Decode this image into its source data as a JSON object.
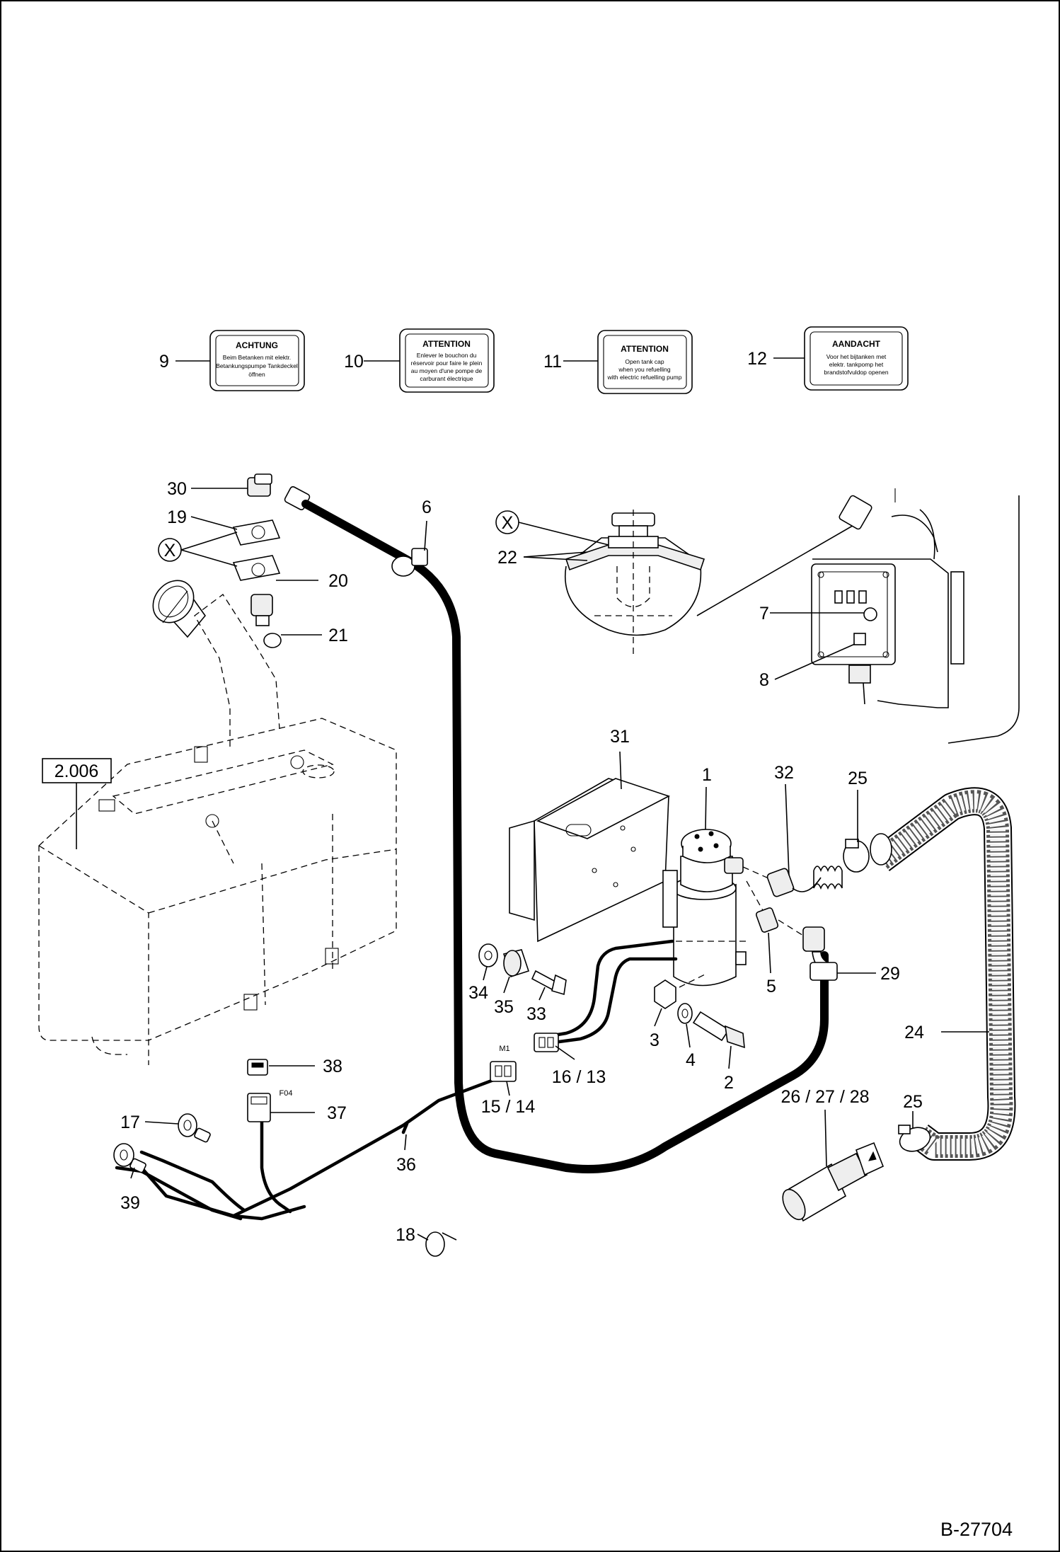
{
  "drawing_number": "B-27704",
  "reference_box": "2.006",
  "detail_marker": "X",
  "connector_labels": {
    "motor": "M1",
    "fuse": "F04"
  },
  "warning_labels": [
    {
      "callout": "9",
      "title": "ACHTUNG",
      "lines": [
        "Beim Betanken mit elektr.",
        "Betankungspumpe Tankdeckel",
        "öffnen"
      ]
    },
    {
      "callout": "10",
      "title": "ATTENTION",
      "lines": [
        "Enlever le bouchon du",
        "réservoir pour faire le plein",
        "au moyen d'une pompe de",
        "carburant électrique"
      ]
    },
    {
      "callout": "11",
      "title": "ATTENTION",
      "lines": [
        "Open tank cap",
        "when you refuelling",
        "with electric refuelling pump"
      ]
    },
    {
      "callout": "12",
      "title": "AANDACHT",
      "lines": [
        "Voor het bijtanken met",
        "elektr. tankpomp het",
        "brandstofvuldop openen"
      ]
    }
  ],
  "callouts": {
    "c1": "1",
    "c2": "2",
    "c3": "3",
    "c4": "4",
    "c5": "5",
    "c6": "6",
    "c7": "7",
    "c8": "8",
    "c16_13": "16 / 13",
    "c15_14": "15 / 14",
    "c17": "17",
    "c18": "18",
    "c19": "19",
    "c20": "20",
    "c21": "21",
    "c22": "22",
    "c24": "24",
    "c25a": "25",
    "c25b": "25",
    "c26_27_28": "26 / 27 / 28",
    "c29": "29",
    "c30": "30",
    "c31": "31",
    "c32": "32",
    "c33": "33",
    "c34": "34",
    "c35": "35",
    "c36": "36",
    "c37": "37",
    "c38": "38",
    "c39": "39"
  }
}
